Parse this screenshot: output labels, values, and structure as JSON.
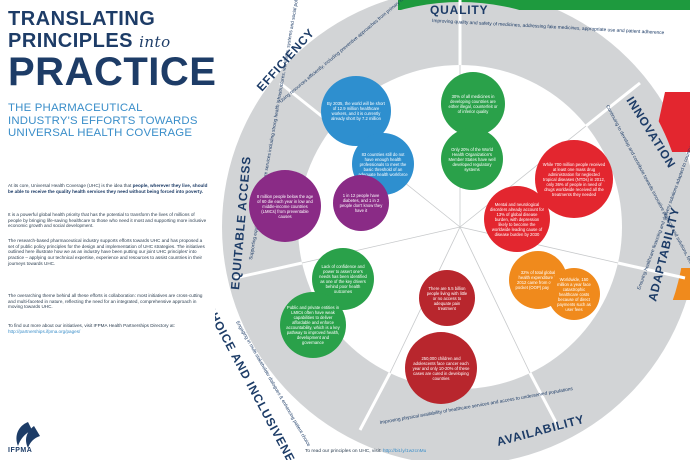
{
  "header": {
    "title_line1": "TRANSLATING",
    "title_line2_a": "PRINCIPLES",
    "title_line2_b": "into",
    "title_line3": "PRACTICE",
    "subtitle": "THE PHARMACEUTICAL INDUSTRY'S EFFORTS TOWARDS UNIVERSAL HEALTH COVERAGE"
  },
  "intro": {
    "p1_a": "At its core, Universal Health Coverage (UHC) is the idea that ",
    "p1_b": "people, wherever they live, should be able to receive the quality health services they need without being forced into poverty.",
    "p2": "It is a powerful global health priority that has the potential to transform the lives of millions of people by bringing life-saving healthcare to those who need it most and supporting more inclusive economic growth and social development.",
    "p3": "The research-based pharmaceutical industry supports efforts towards UHC and has proposed a set of public policy principles for the design and implementation of UHC strategies. The initiatives outlined here illustrate how we as an industry have been putting our joint UHC principles' into practice – applying our technical expertise, experience and resources to assist countries in their journeys towards UHC.",
    "p4": "The overarching theme behind all these efforts is collaboration: most initiatives are cross-cutting and multi-faceted in nature, reflecting the need for an integrated, comprehensive approach in moving towards UHC.",
    "p5": "To find out more about our initiatives, visit IFPMA Health Partnerships Directory at:",
    "p5_link": "http://partnerships.ifpma.org/pages/"
  },
  "logo": {
    "name": "IFPMA",
    "icon": "ifpma-swirl-icon"
  },
  "footer": {
    "text": "To read our principles on UHC, visit:",
    "link": "http://bit.ly/1wzcnMu"
  },
  "categories": {
    "quality": {
      "label": "QUALITY",
      "desc": "Improving quality and safety of medicines, addressing fake medicines, appropriate use and patient adherence"
    },
    "innovation": {
      "label": "INNOVATION",
      "desc": "Continuing to develop and contribute towards innovative products and solutions, focusing on unmet medical needs"
    },
    "adaptability": {
      "label": "ADAPTABILITY",
      "desc": "Ensuring healthcare financing and delivery solutions adapted to country-specific conditions"
    },
    "availability": {
      "label": "AVAILABILITY",
      "desc": "Improving physical availability of healthcare services and access to underserved populations"
    },
    "choice": {
      "label": "CHOICE AND INCLUSIVENESS",
      "desc": "Engaging in multi-stakeholder dialogues & enhancing patient choice"
    },
    "equitable": {
      "label": "EQUITABLE ACCESS",
      "desc": "Supporting equitable access to healthcare services including strong health infrastructures, workforce, systems and social policies"
    },
    "efficiency": {
      "label": "EFFICIENCY",
      "desc": "Using resources efficiently, including preventive approaches from primary healthcare to immunization efforts, supply chain initiatives, and epidemiological surveillance"
    }
  },
  "bubbles": [
    {
      "text": "By 2035, the world will be short of 12.9 million healthcare workers, and it is currently already short by 7.2 million",
      "color": "#2e8fcf"
    },
    {
      "text": "83 countries still do not have enough health professionals to meet the basic threshold of an adequate health workforce",
      "color": "#2e8fcf"
    },
    {
      "text": "30% of all medicines in developing countries are either illegal, counterfeit or of inferior quality",
      "color": "#2aa14a"
    },
    {
      "text": "Only 20% of the World Health Organization's Member States have well developed regulatory systems",
      "color": "#2aa14a"
    },
    {
      "text": "8 million people below the age of 60 die each year in low and middle-income countries (LMICs) from preventable causes",
      "color": "#8a2b86"
    },
    {
      "text": "1 in 12 people have diabetes, and 1 in 2 people don't know they have it",
      "color": "#8a2b86"
    },
    {
      "text": "While 700 million people received at least one mass drug administration for neglected tropical diseases (NTDs) in 2012, only 36% of people in need of drugs worldwide received all the treatments they needed",
      "color": "#e3262f"
    },
    {
      "text": "Mental and neurological disorders already account for 13% of global disease burden, with depression likely to become the worldwide leading cause of disease burden by 2030",
      "color": "#e3262f"
    },
    {
      "text": "Lack of confidence and power to assert one's needs has been identified as one of the key drivers behind poor health outcomes",
      "color": "#2aa14a"
    },
    {
      "text": "Public and private entities in LMICs often have weak capabilities to deliver affordable and enforce accountability, which is a key pathway to improved health, development and governance",
      "color": "#2aa14a"
    },
    {
      "text": "There are 5.5 billion people living with little or no access to adequate pain treatment",
      "color": "#b8262d"
    },
    {
      "text": "250,000 children and adolescents face cancer each year and only 10-20% of these cases are cured in developing countries",
      "color": "#b8262d"
    },
    {
      "text": "32% of total global health expenditure in 2012 came from out of pocket (OOP) payments",
      "color": "#f08a1c"
    },
    {
      "text": "Worldwide, 150 million a year face catastrophic healthcare costs because of direct payments such as user fees",
      "color": "#f08a1c"
    }
  ]
}
